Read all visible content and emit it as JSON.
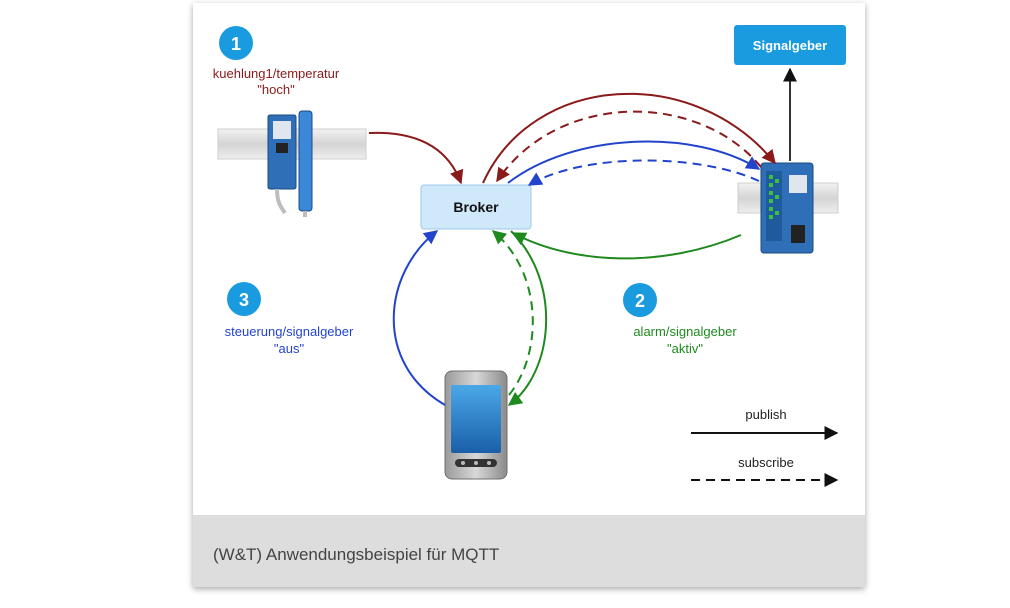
{
  "nodes": {
    "broker": "Broker",
    "signalgeber": "Signalgeber"
  },
  "steps": [
    {
      "number": "1",
      "topic": "kuehlung1/temperatur",
      "payload": "\"hoch\"",
      "color": "#8b1a1a"
    },
    {
      "number": "2",
      "topic": "alarm/signalgeber",
      "payload": "\"aktiv\"",
      "color": "#1e8a1e"
    },
    {
      "number": "3",
      "topic": "steuerung/signalgeber",
      "payload": "\"aus\"",
      "color": "#2244cc"
    }
  ],
  "legend": {
    "publish": "publish",
    "subscribe": "subscribe"
  },
  "caption": "(W&T) Anwendungsbeispiel für MQTT",
  "colors": {
    "badge": "#1a9be0",
    "broker_fill": "#cfe8fa",
    "signalgeber_fill": "#1a9be0",
    "temperature_flow": "#8b1a1a",
    "alarm_flow": "#1e8a1e",
    "control_flow": "#2244cc"
  },
  "icons": [
    "temperature-sensor-device",
    "io-controller-device",
    "smartphone-device"
  ]
}
